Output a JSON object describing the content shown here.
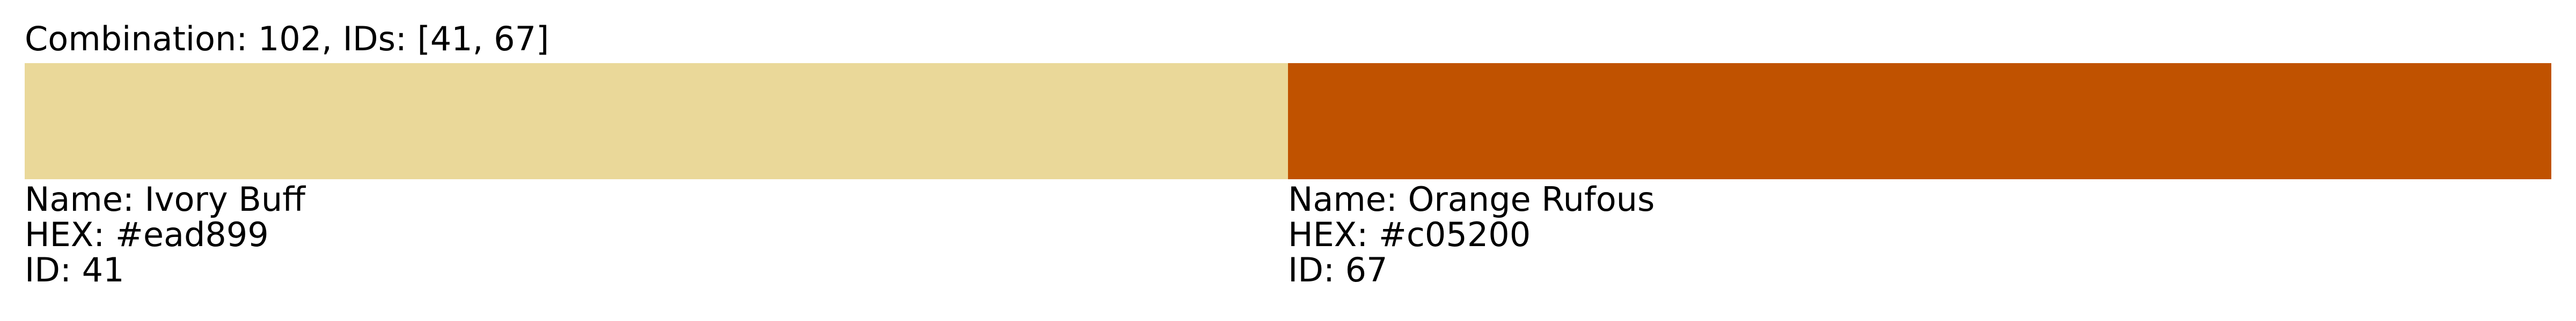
{
  "title": "Combination: 102, IDs: [41, 67]",
  "colors": [
    {
      "name_line": "Name: Ivory Buff",
      "hex_line": "HEX: #ead899",
      "id_line": "ID: 41",
      "hex": "#ead899"
    },
    {
      "name_line": "Name: Orange Rufous",
      "hex_line": "HEX: #c05200",
      "id_line": "ID: 67",
      "hex": "#c05200"
    }
  ]
}
